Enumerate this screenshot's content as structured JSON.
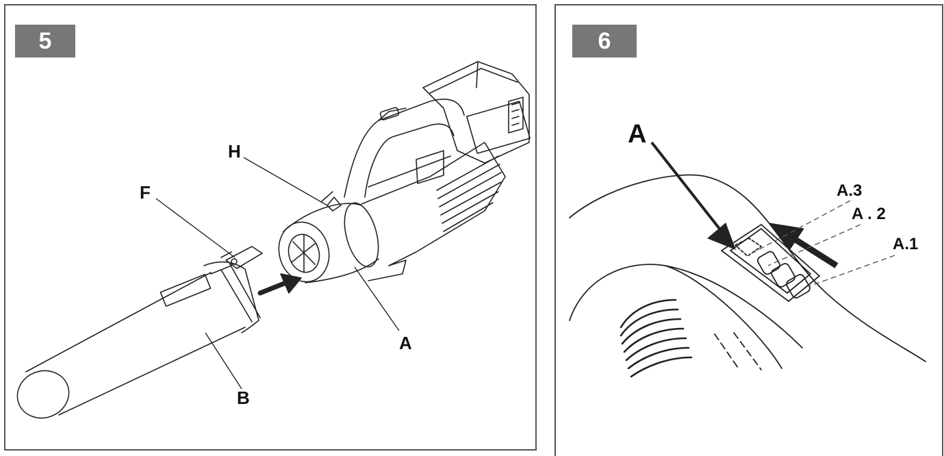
{
  "panels": [
    {
      "number": "5",
      "labels": {
        "H": "H",
        "F": "F",
        "A": "A",
        "B": "B"
      }
    },
    {
      "number": "6",
      "labels": {
        "A": "A",
        "A3": "A.3",
        "A2": "A . 2",
        "A1": "A.1"
      }
    }
  ],
  "colors": {
    "badge": "#777777",
    "line": "#222222",
    "frame": "#555555"
  }
}
